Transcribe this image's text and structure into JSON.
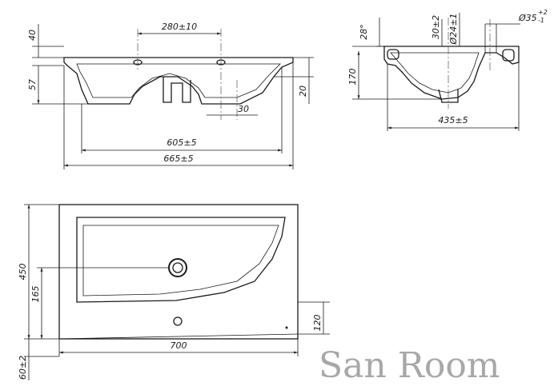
{
  "dimensions": {
    "front_hole_spacing": "280±10",
    "front_height_top": "40",
    "front_height_body": "57",
    "front_height_right": "20",
    "front_outlet_offset": "30",
    "front_inner_width": "605±5",
    "front_overall_width": "665±5",
    "side_angle": "28°",
    "side_top_offset": "30±2",
    "side_outlet_dia": "Ø24±1",
    "side_drain_dia": "Ø35",
    "side_drain_tol_upper": "+2",
    "side_drain_tol_lower": "-1",
    "side_height": "170",
    "side_depth": "435±5",
    "plan_depth": "450",
    "plan_drain_offset": "165",
    "plan_tap_offset": "120",
    "plan_width": "700",
    "plan_rear": "60±2"
  },
  "watermark": "San Room"
}
